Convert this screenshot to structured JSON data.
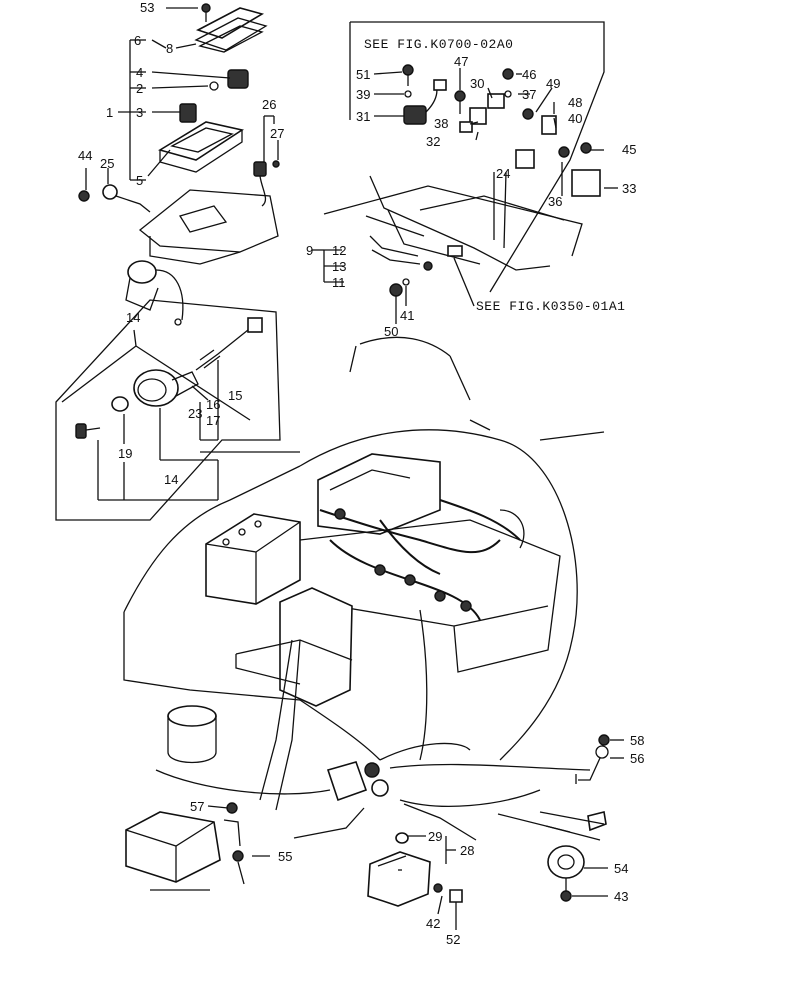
{
  "references": {
    "fig_k0700": "SEE FIG.K0700-02A0",
    "fig_k0350": "SEE FIG.K0350-01A1"
  },
  "callouts": {
    "c53": "53",
    "c6": "6",
    "c8": "8",
    "c4": "4",
    "c2": "2",
    "c1": "1",
    "c3": "3",
    "c5": "5",
    "c26": "26",
    "c27": "27",
    "c44": "44",
    "c25": "25",
    "c14a": "14",
    "c15": "15",
    "c16": "16",
    "c17": "17",
    "c23": "23",
    "c19": "19",
    "c14b": "14",
    "c51": "51",
    "c47": "47",
    "c30": "30",
    "c46": "46",
    "c49": "49",
    "c39": "39",
    "c37": "37",
    "c48": "48",
    "c31": "31",
    "c38": "38",
    "c40": "40",
    "c32": "32",
    "c45": "45",
    "c24": "24",
    "c33": "33",
    "c36": "36",
    "c9": "9",
    "c12": "12",
    "c13": "13",
    "c11": "11",
    "c41": "41",
    "c50": "50",
    "c58": "58",
    "c56": "56",
    "c57": "57",
    "c55": "55",
    "c29": "29",
    "c28": "28",
    "c54": "54",
    "c43": "43",
    "c42": "42",
    "c52": "52"
  }
}
